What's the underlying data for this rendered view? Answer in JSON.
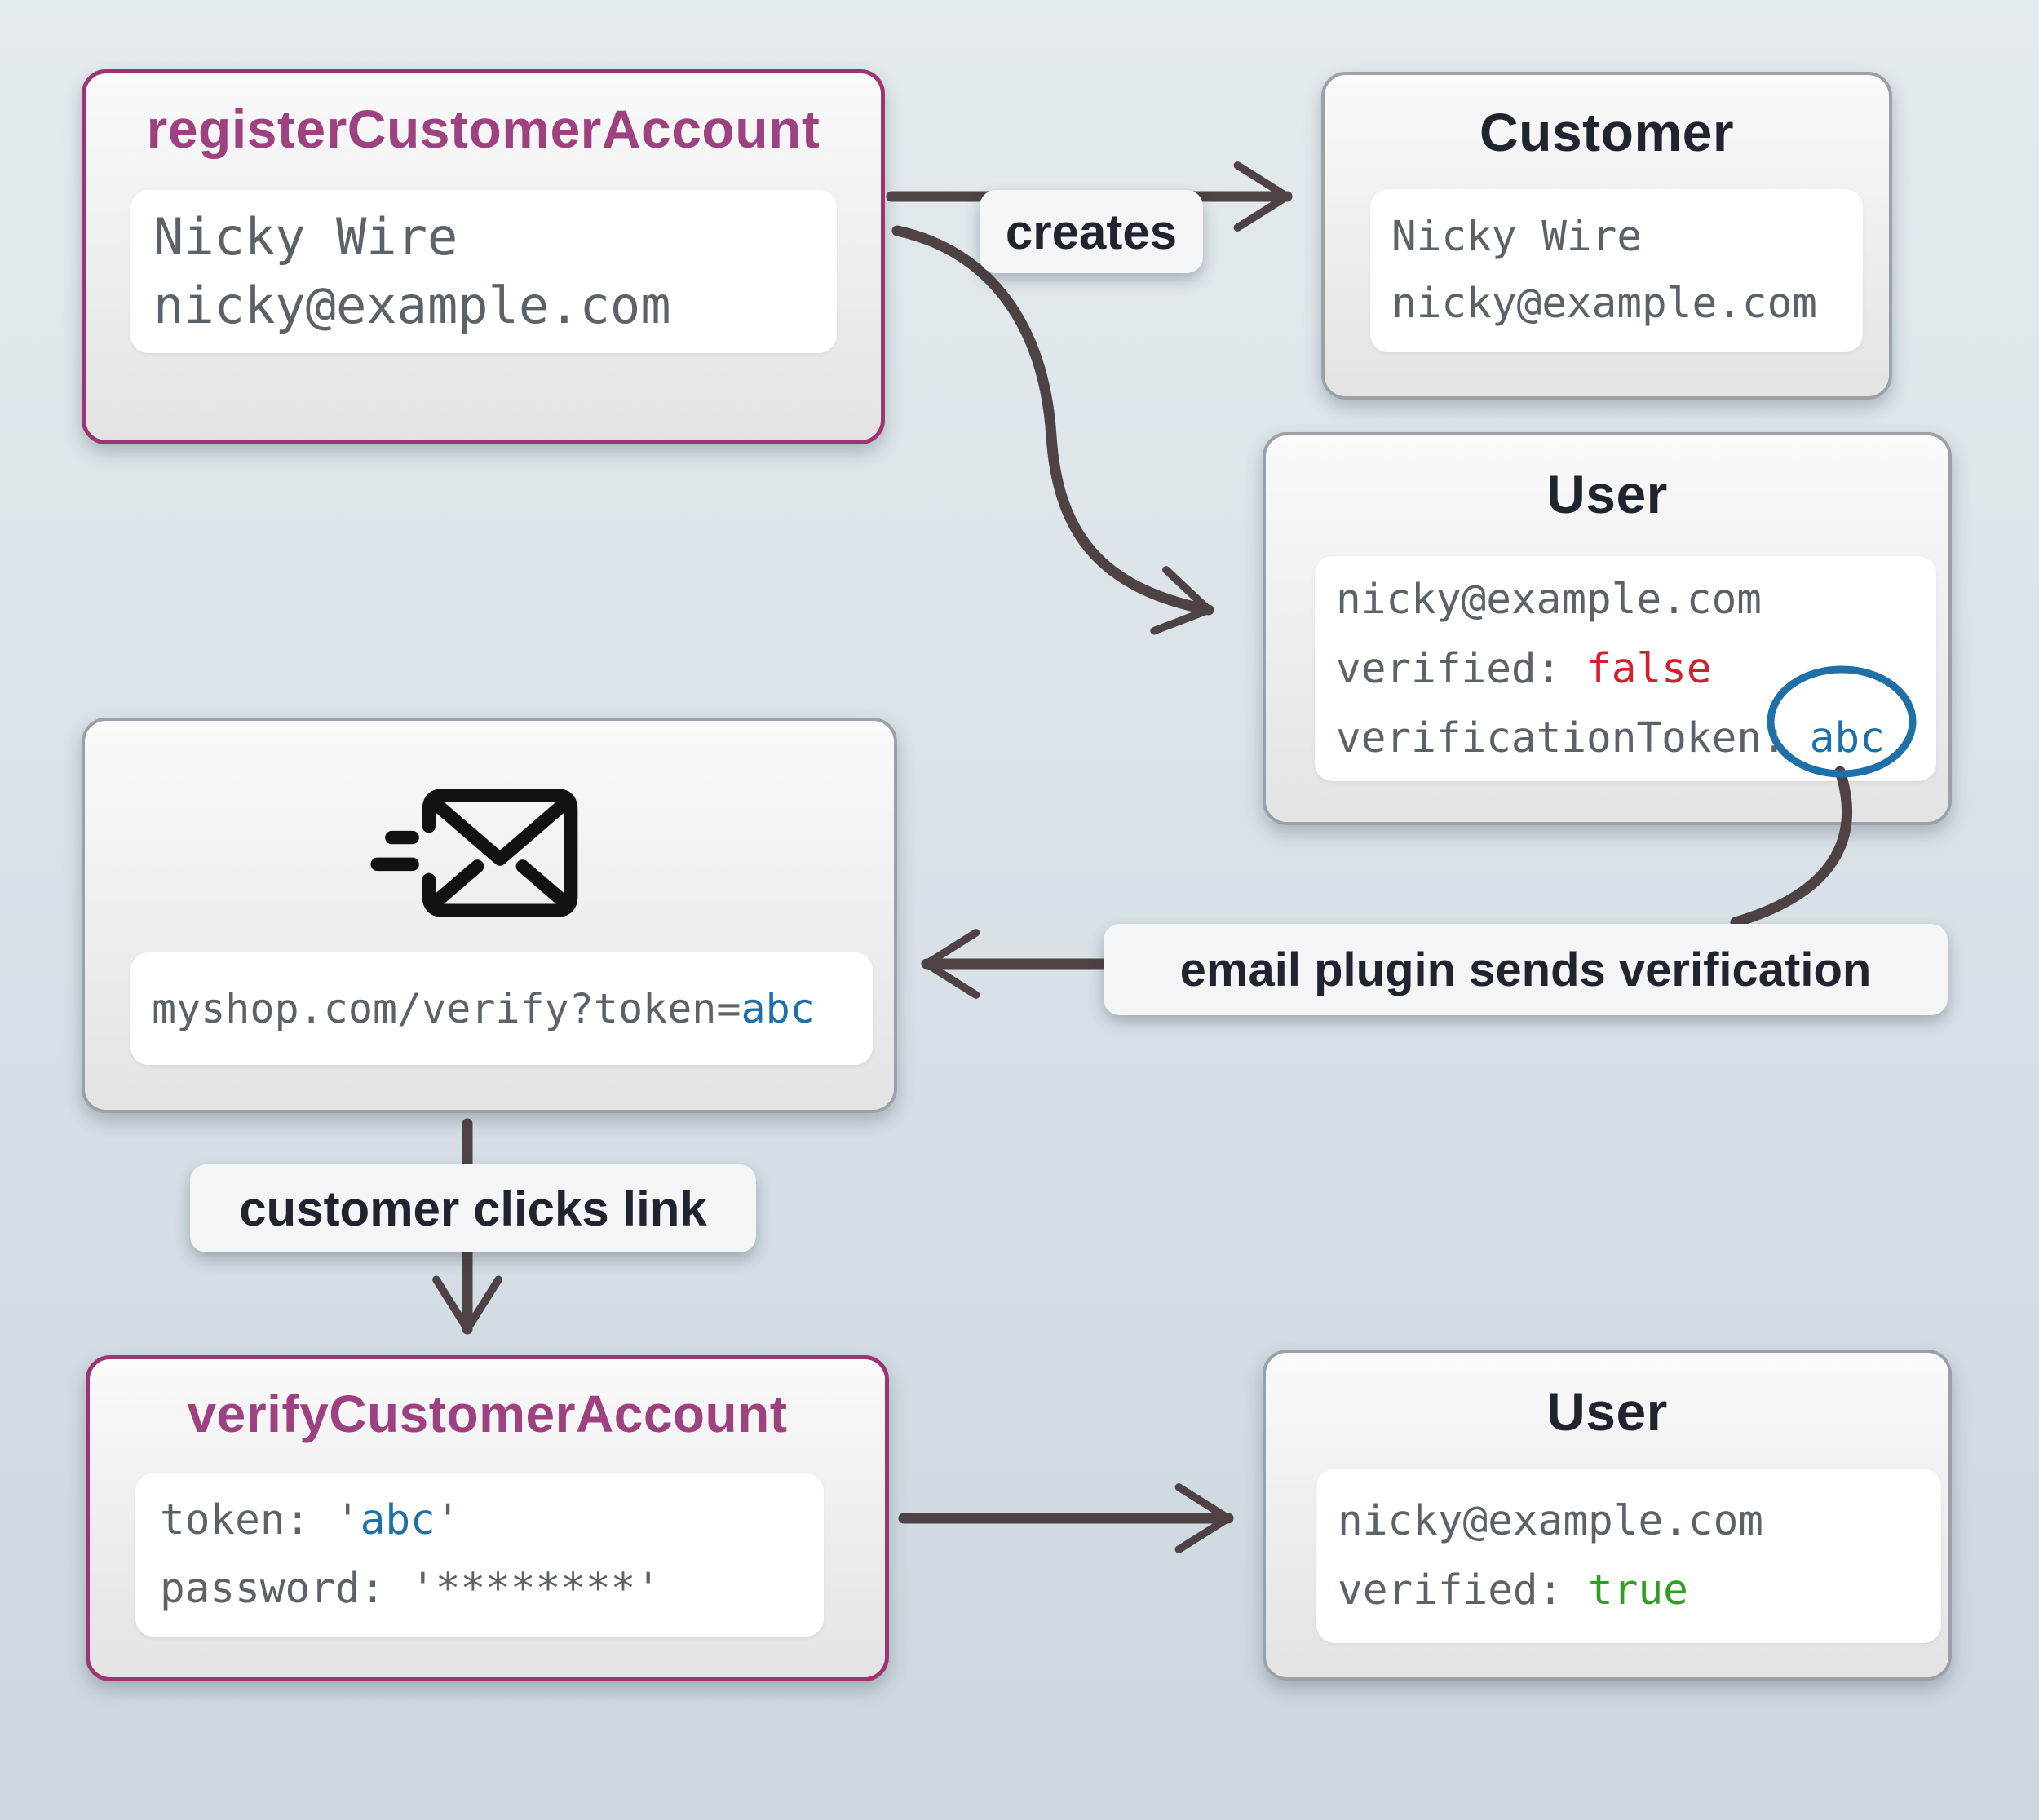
{
  "colors": {
    "page-top": "#e4ebee",
    "page-mid": "#d7e0e6",
    "page-bottom": "#ccd7de",
    "node-top": "#fafafa",
    "node-bottom": "#e3e3e4",
    "purple": "#9c3572",
    "purple-text": "#9e4180",
    "gray-border": "#9aa2a8",
    "dark": "#20242e",
    "mono": "#5c6368",
    "red": "#d2202f",
    "green": "#2f9e23",
    "blue": "#1f6fa8",
    "wire": "#4e4245",
    "label-bg": "#f4f5f6",
    "card": "#ffffff"
  },
  "boxes": {
    "register": {
      "title": "registerCustomerAccount",
      "line1": "Nicky Wire",
      "line2": "nicky@example.com"
    },
    "customer": {
      "title": "Customer",
      "line1": "Nicky Wire",
      "line2": "nicky@example.com"
    },
    "user_unverified": {
      "title": "User",
      "email": "nicky@example.com",
      "verified_key": "verified: ",
      "verified_value": "false",
      "token_key": "verificationToken:",
      "token_value": "abc"
    },
    "email_message": {
      "url_prefix": "myshop.com/verify?token=",
      "url_token": "abc"
    },
    "verify": {
      "title": "verifyCustomerAccount",
      "token_prefix": "token: '",
      "token_value": "abc",
      "token_suffix": "'",
      "password_key": "password: ",
      "password_value": "'********'"
    },
    "user_verified": {
      "title": "User",
      "email": "nicky@example.com",
      "verified_key": "verified: ",
      "verified_value": "true"
    }
  },
  "labels": {
    "creates": "creates",
    "email_plugin": "email plugin sends verification",
    "customer_clicks": "customer clicks link"
  }
}
